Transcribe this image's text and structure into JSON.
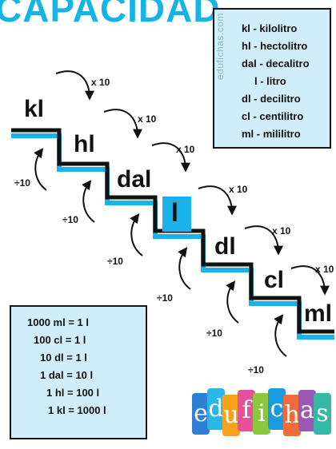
{
  "title": "CAPACIDAD",
  "legend": {
    "watermark": "edufichas.com",
    "rows": [
      "kl - kilolitro",
      "hl - hectolitro",
      "dal - decalitro",
      "l - litro",
      "dl - decilitro",
      "cl - centilitro",
      "ml - mililitro"
    ]
  },
  "units": [
    "kl",
    "hl",
    "dal",
    "l",
    "dl",
    "cl",
    "ml"
  ],
  "multiply_label": "x 10",
  "divide_label": "÷10",
  "equivalences": [
    "1000 ml = 1 l",
    "100 cl = 1 l",
    "10 dl = 1 l",
    "1 dal = 10 l",
    "1 hl = 100 l",
    "1 kl = 1000 l"
  ],
  "logo": {
    "text": "edufichas",
    "colors": [
      "#2e7fd6",
      "#29b6e8",
      "#f7a21b",
      "#e84f9a",
      "#8dc63f",
      "#1a9be0",
      "#f26b3a",
      "#9b59b6",
      "#35b9a6"
    ]
  },
  "colors": {
    "accent": "#16b3e6",
    "box_bg": "#cfeef9"
  }
}
